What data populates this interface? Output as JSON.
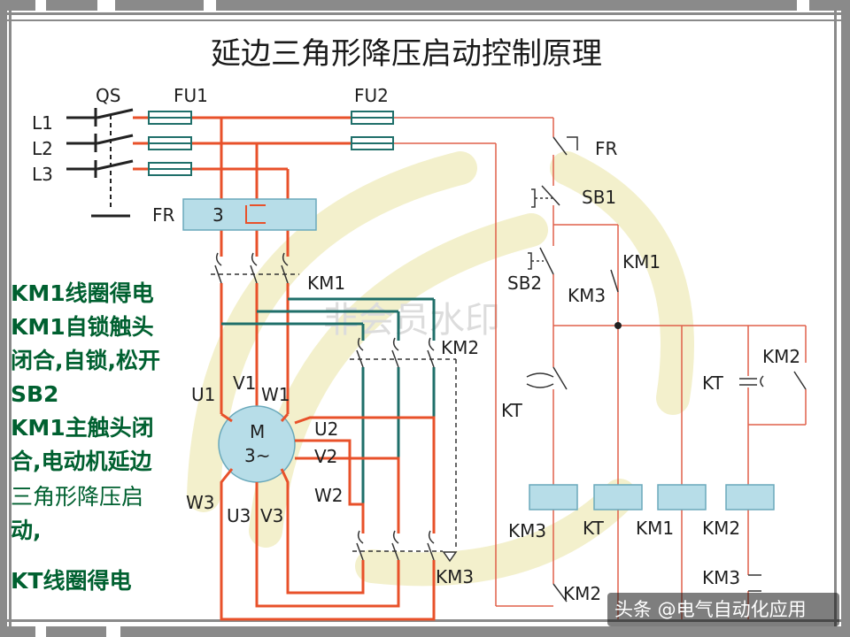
{
  "title": "延边三角形降压启动控制原理",
  "labels": {
    "qs": "QS",
    "fu1": "FU1",
    "fu2": "FU2",
    "l1": "L1",
    "l2": "L2",
    "l3": "L3",
    "fr_main": "FR",
    "fr_num": "3",
    "km1_main": "KM1",
    "km2_main": "KM2",
    "km3_main": "KM3",
    "motor_m": "M",
    "motor_phase": "3~",
    "u1": "U1",
    "v1": "V1",
    "w1": "W1",
    "u2": "U2",
    "v2": "V2",
    "w2": "W2",
    "u3": "U3",
    "v3": "V3",
    "w3": "W3",
    "fr_ctrl": "FR",
    "sb1": "SB1",
    "sb2": "SB2",
    "km1_hold": "KM1",
    "km3_il": "KM3",
    "kt_contact": "KT",
    "kt_delay": "KT",
    "km2_hold": "KM2",
    "coil_km3": "KM3",
    "coil_kt": "KT",
    "coil_km1": "KM1",
    "coil_km2": "KM2",
    "km2_il": "KM2",
    "km3_il2": "KM3"
  },
  "explanation": [
    {
      "seg": [
        {
          "t": "KM1",
          "b": true
        },
        {
          "t": "线圈得电",
          "b": true
        }
      ]
    },
    {
      "seg": [
        {
          "t": "KM1",
          "b": true
        },
        {
          "t": "自锁触头",
          "b": true
        }
      ]
    },
    {
      "seg": [
        {
          "t": "闭合,自锁,松开",
          "b": true
        }
      ]
    },
    {
      "seg": [
        {
          "t": "SB2",
          "b": true
        }
      ]
    },
    {
      "seg": [
        {
          "t": "KM1",
          "b": true
        },
        {
          "t": "主触头闭",
          "b": true
        }
      ]
    },
    {
      "seg": [
        {
          "t": "合,电动机延边",
          "b": true
        }
      ]
    },
    {
      "seg": [
        {
          "t": "三角形降压启",
          "b": false
        }
      ]
    },
    {
      "seg": [
        {
          "t": "动,",
          "b": true
        }
      ]
    },
    {
      "seg": [
        {
          "t": "KT",
          "b": true
        },
        {
          "t": "线圈得电",
          "b": true
        }
      ]
    }
  ],
  "watermark": "非会员水印",
  "footer": "头条 @电气自动化应用",
  "colors": {
    "energized": "#e8512a",
    "circuit": "#1f6f6a",
    "control": "#e0614a",
    "text": "#006030",
    "component_fill": "#b7dde8"
  }
}
